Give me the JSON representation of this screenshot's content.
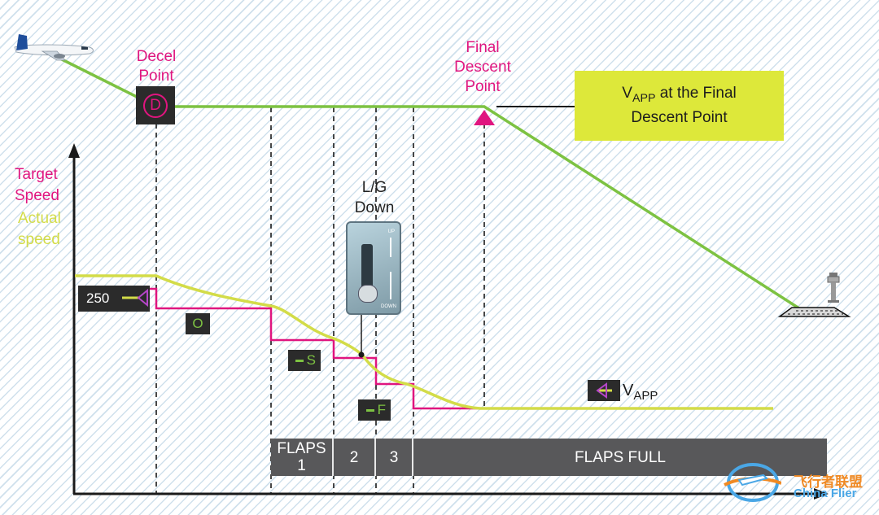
{
  "labels": {
    "decel_point": [
      "Decel",
      "Point"
    ],
    "decel_symbol": "D",
    "final_descent_point": [
      "Final",
      "Descent",
      "Point"
    ],
    "vapp_box": {
      "v": "V",
      "sub": "APP",
      "rest": " at the Final",
      "line2": "Descent Point"
    },
    "target_speed": [
      "Target",
      "Speed"
    ],
    "actual_speed": [
      "Actual",
      "speed"
    ],
    "lg_down": [
      "L/G",
      "Down"
    ],
    "speed_250": "250",
    "chip_o": "O",
    "chip_s": "S",
    "chip_f": "F",
    "vapp": {
      "v": "V",
      "sub": "APP"
    },
    "lever_up": "UP",
    "lever_down": "DOWN",
    "watermark_cn": "飞行者联盟",
    "watermark_en": "China Flier"
  },
  "flaps": [
    {
      "line1": "FLAPS",
      "line2": "1"
    },
    {
      "line1": "2",
      "line2": ""
    },
    {
      "line1": "3",
      "line2": ""
    },
    {
      "line1": "FLAPS FULL",
      "line2": ""
    }
  ],
  "colors": {
    "flight_path": "#7dc242",
    "target_speed": "#e0157f",
    "actual_speed": "#d3dc48",
    "flaps_bar": "#58585a",
    "label_box": "#dde83a"
  },
  "icons": [
    "aircraft-icon",
    "decel-point-icon",
    "fdp-triangle-icon",
    "gear-lever-icon",
    "runway-icon",
    "tower-icon",
    "speed-bug-icon"
  ]
}
